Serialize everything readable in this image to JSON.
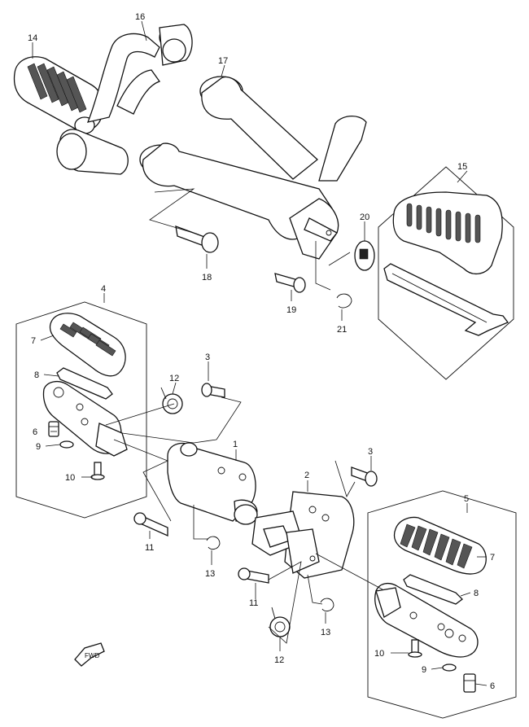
{
  "callouts": [
    {
      "id": "c1",
      "text": "1"
    },
    {
      "id": "c2",
      "text": "2"
    },
    {
      "id": "c3a",
      "text": "3"
    },
    {
      "id": "c3b",
      "text": "3"
    },
    {
      "id": "c4",
      "text": "4"
    },
    {
      "id": "c5",
      "text": "5"
    },
    {
      "id": "c6a",
      "text": "6"
    },
    {
      "id": "c6b",
      "text": "6"
    },
    {
      "id": "c7a",
      "text": "7"
    },
    {
      "id": "c7b",
      "text": "7"
    },
    {
      "id": "c8a",
      "text": "8"
    },
    {
      "id": "c8b",
      "text": "8"
    },
    {
      "id": "c9a",
      "text": "9"
    },
    {
      "id": "c9b",
      "text": "9"
    },
    {
      "id": "c10a",
      "text": "10"
    },
    {
      "id": "c10b",
      "text": "10"
    },
    {
      "id": "c11a",
      "text": "11"
    },
    {
      "id": "c11b",
      "text": "11"
    },
    {
      "id": "c12a",
      "text": "12"
    },
    {
      "id": "c12b",
      "text": "12"
    },
    {
      "id": "c13a",
      "text": "13"
    },
    {
      "id": "c13b",
      "text": "13"
    },
    {
      "id": "c14",
      "text": "14"
    },
    {
      "id": "c15",
      "text": "15"
    },
    {
      "id": "c16",
      "text": "16"
    },
    {
      "id": "c17",
      "text": "17"
    },
    {
      "id": "c18",
      "text": "18"
    },
    {
      "id": "c19",
      "text": "19"
    },
    {
      "id": "c20",
      "text": "20"
    },
    {
      "id": "c21",
      "text": "21"
    }
  ],
  "fwd_label": "FWD"
}
